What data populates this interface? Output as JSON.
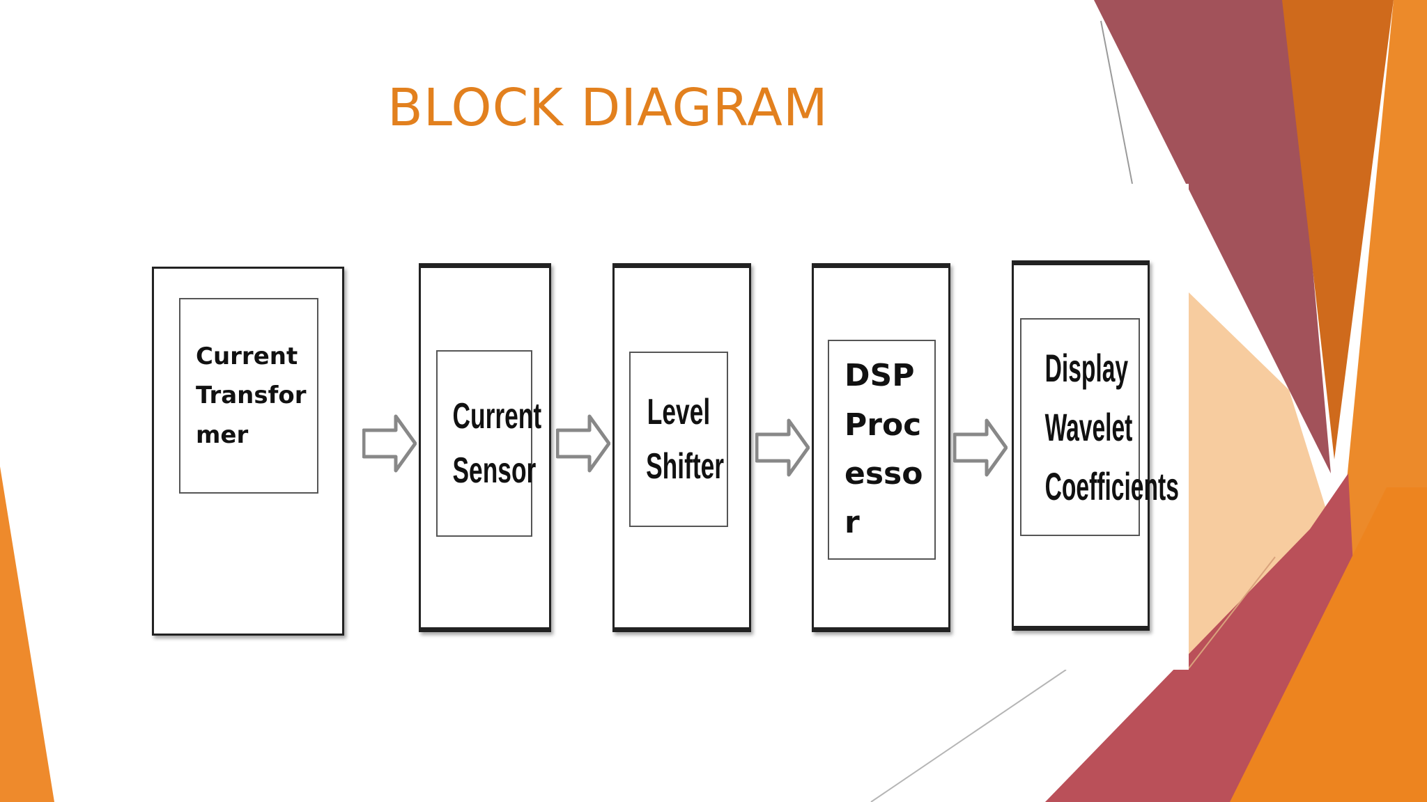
{
  "slide": {
    "title": "BLOCK DIAGRAM",
    "colors": {
      "title": "#E2801E",
      "orange": "#E67E22",
      "dark_orange": "#C65E16",
      "maroon": "#A04C55",
      "red": "#B74D55",
      "peach": "#F6C491"
    }
  },
  "diagram": {
    "blocks": [
      {
        "lines": [
          "Current",
          "Transfor",
          "mer"
        ]
      },
      {
        "lines": [
          "Current",
          "Sensor"
        ]
      },
      {
        "lines": [
          "Level",
          "Shifter"
        ]
      },
      {
        "lines": [
          "DSP",
          "Proc",
          "esso",
          "r"
        ]
      },
      {
        "lines": [
          "Display",
          "Wavelet",
          "Coefficients"
        ]
      }
    ],
    "arrows": [
      "right-arrow",
      "right-arrow",
      "right-arrow",
      "right-arrow"
    ]
  }
}
